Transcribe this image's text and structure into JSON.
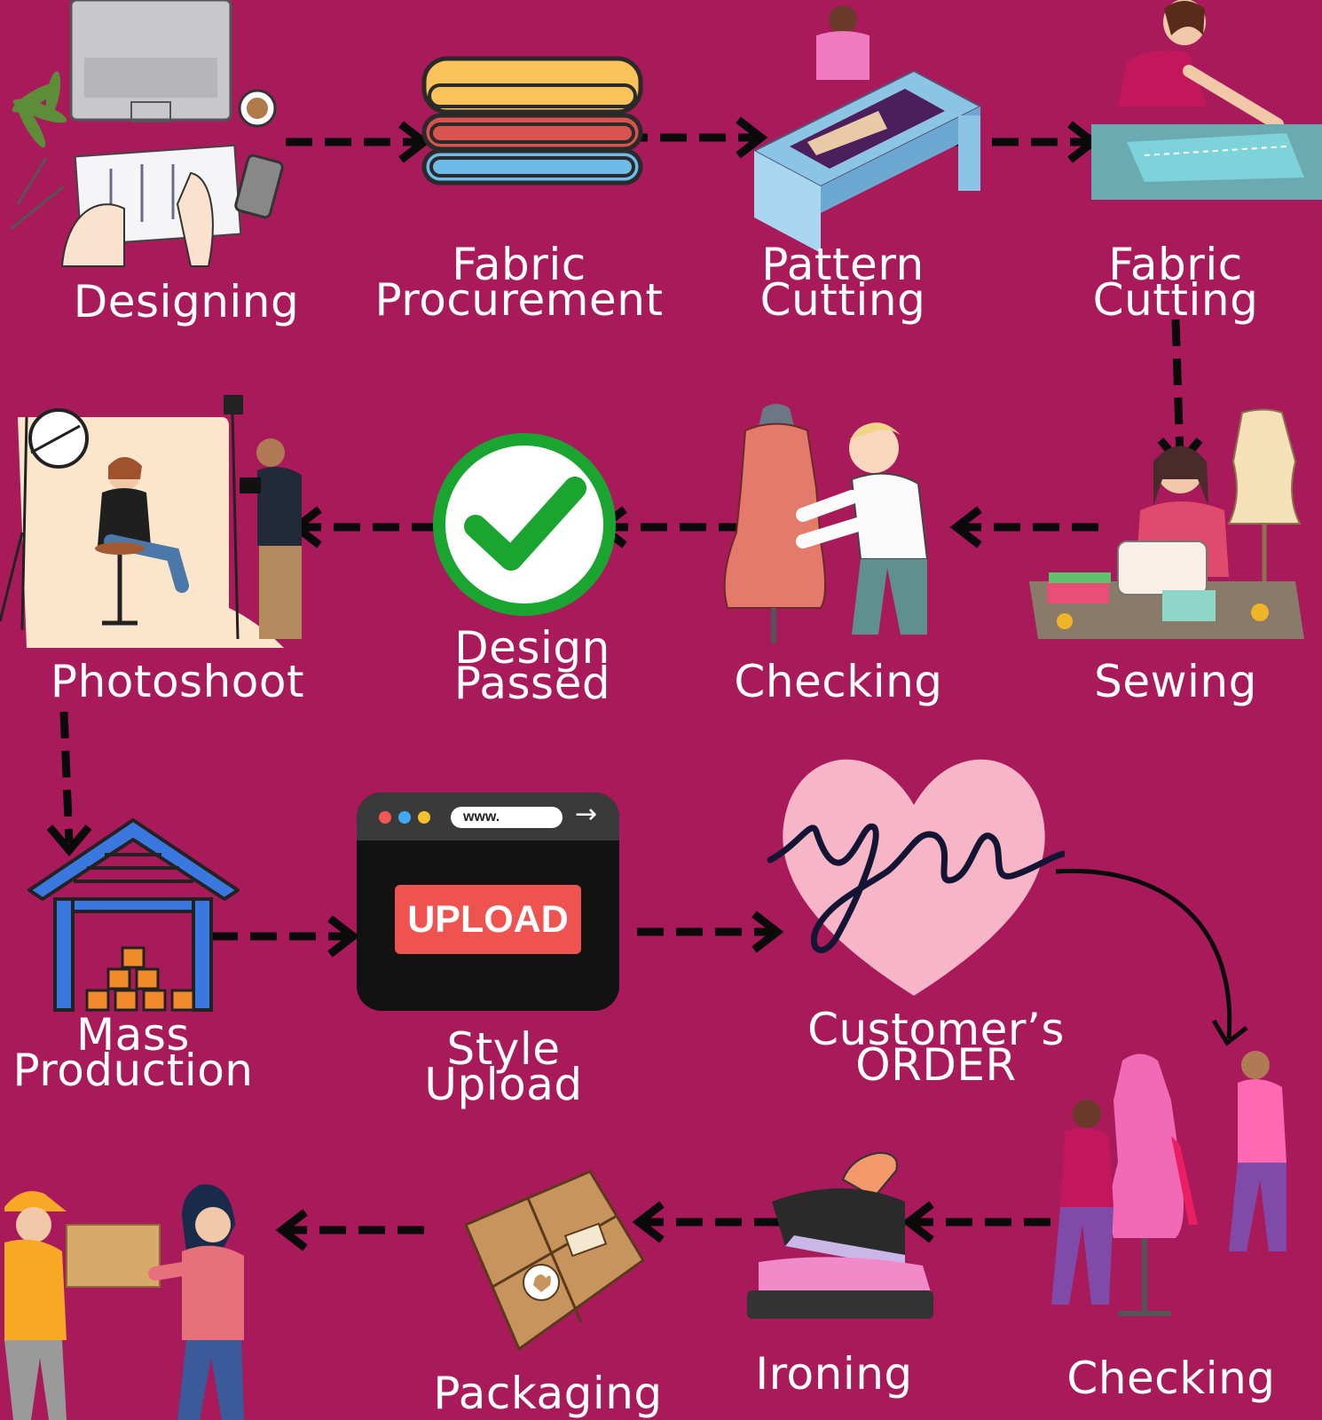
{
  "colors": {
    "background": "#a81a5a",
    "label_text": "#ffffff",
    "arrow": "#0a0a0a"
  },
  "steps": {
    "designing": {
      "line1": "Designing"
    },
    "fabric_procurement": {
      "line1": "Fabric",
      "line2": "Procurement"
    },
    "pattern_cutting": {
      "line1": "Pattern",
      "line2": "Cutting"
    },
    "fabric_cutting": {
      "line1": "Fabric",
      "line2": "Cutting"
    },
    "sewing": {
      "line1": "Sewing"
    },
    "checking_1": {
      "line1": "Checking"
    },
    "design_passed": {
      "line1": "Design",
      "line2": "Passed"
    },
    "photoshoot": {
      "line1": "Photoshoot"
    },
    "mass_production": {
      "line1": "Mass",
      "line2": "Production"
    },
    "style_upload": {
      "line1": "Style",
      "line2": "Upload"
    },
    "customers_order": {
      "line1": "Customer’s",
      "line2": "ORDER"
    },
    "checking_2": {
      "line1": "Checking"
    },
    "ironing": {
      "line1": "Ironing"
    },
    "packaging": {
      "line1": "Packaging"
    }
  },
  "browser": {
    "url": "www.",
    "button": "UPLOAD"
  },
  "heart": {
    "script": "you"
  },
  "icons": [
    "laptop-icon",
    "fabric-stack-icon",
    "cutting-table-icon",
    "fabric-cutting-icon",
    "sewing-icon",
    "mannequin-icon",
    "check-circle-icon",
    "photo-studio-icon",
    "warehouse-icon",
    "browser-upload-icon",
    "heart-you-icon",
    "fitting-icon",
    "iron-icon",
    "package-icon",
    "delivery-icon"
  ]
}
